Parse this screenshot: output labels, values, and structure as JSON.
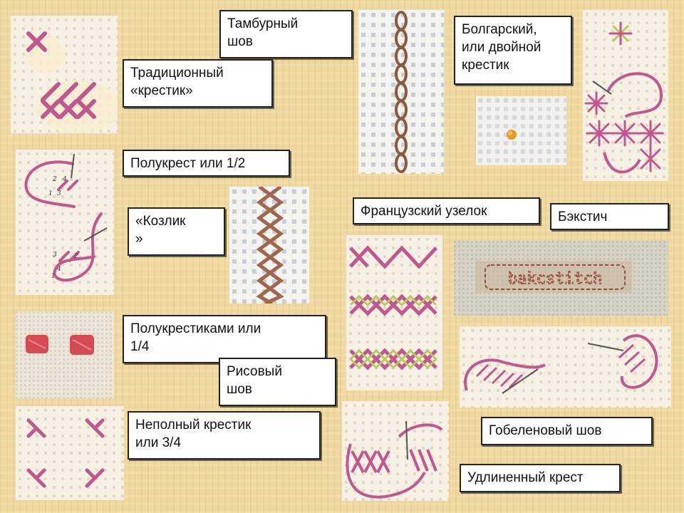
{
  "labels": {
    "tambour": "Тамбурный\nшов",
    "traditional": "Традиционный\n«крестик»",
    "bulgarian": "Болгарский,\nили двойной\nкрестик",
    "half_cross": "Полукрест или 1/2",
    "kozlik": "«Козлик\n»",
    "french_knot": "Французский узелок",
    "backstitch": "Бэкстич",
    "quarter_cross": "Полукрестиками или\n1/4",
    "rice": "Рисовый\nшов",
    "three_quarter": "Неполный крестик\nили 3/4",
    "gobelin": "Гобеленовый шов",
    "elongated": "Удлиненный крест"
  },
  "backstitch_sample_text": "bakcstitch",
  "colors": {
    "background": "#efd9a0",
    "canvas_cell": "#f6f1e4",
    "thread_pink": "#c2568f",
    "thread_brown": "#8a5a3c",
    "thread_red": "#d44a55",
    "thread_green": "#b9c85a",
    "label_border": "#222222"
  },
  "icons": [
    "needle-icon"
  ]
}
